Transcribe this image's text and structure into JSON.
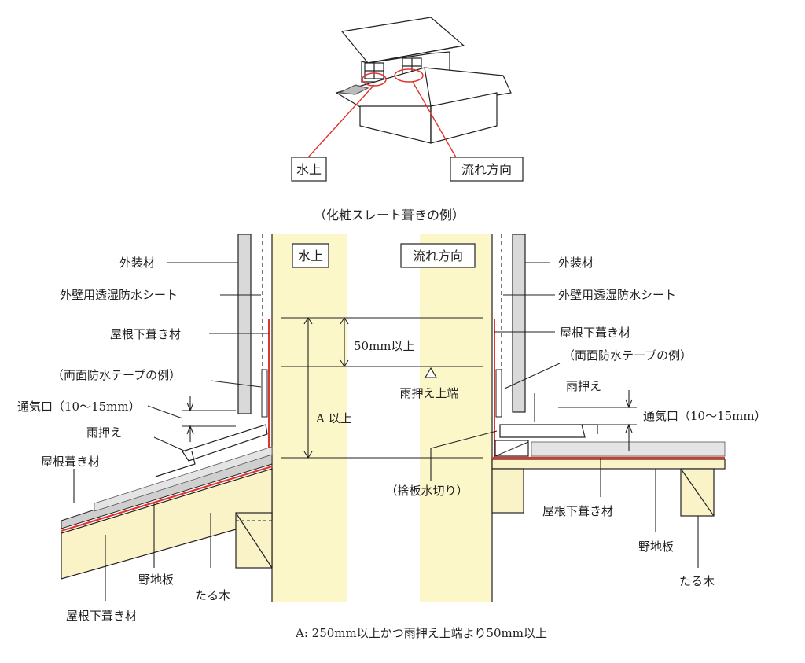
{
  "top_illustration": {
    "label_mizukami": "水上",
    "label_nagare": "流れ方向"
  },
  "example_caption": "（化粧スレート葺きの例）",
  "column_labels": {
    "mizukami": "水上",
    "nagare": "流れ方向"
  },
  "left_labels": {
    "exterior": "外装材",
    "wall_sheet": "外壁用透湿防水シート",
    "underlay": "屋根下葺き材",
    "tape": "（両面防水テープの例）",
    "vent": "通気口（10～15mm）",
    "flashing": "雨押え",
    "roofing": "屋根葺き材",
    "sheathing": "野地板",
    "rafter": "たる木",
    "underlay_bottom": "屋根下葺き材"
  },
  "right_labels": {
    "exterior": "外装材",
    "wall_sheet": "外壁用透湿防水シート",
    "underlay": "屋根下葺き材",
    "tape": "（両面防水テープの例）",
    "flashing": "雨押え",
    "vent": "通気口（10～15mm）",
    "underlay_bottom": "屋根下葺き材",
    "sheathing": "野地板",
    "rafter": "たる木"
  },
  "dimensions": {
    "fifty": "50mm以上",
    "flashing_top": "雨押え上端",
    "a_min": "A 以上",
    "sutebo": "（捨板水切り）"
  },
  "footnote": "A: 250mm以上かつ雨押え上端より50mm以上",
  "colors": {
    "highlight": "#fbf7c8",
    "underlay_red": "#e0352b",
    "wood": "#fbf3c8",
    "line": "#222222"
  }
}
